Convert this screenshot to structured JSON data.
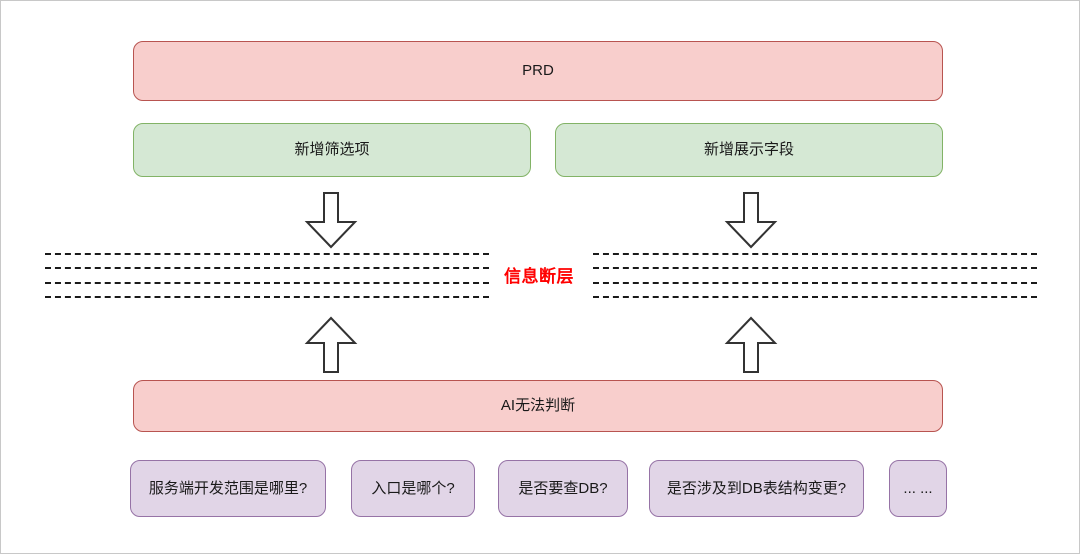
{
  "diagram": {
    "title_node": {
      "label": "PRD"
    },
    "requirement_nodes": [
      {
        "label": "新增筛选项"
      },
      {
        "label": "新增展示字段"
      }
    ],
    "gap": {
      "label": "信息断层",
      "label_color": "#ff0000",
      "dash_line_count": 4
    },
    "arrows": [
      {
        "name": "arrow-down-left",
        "direction": "down"
      },
      {
        "name": "arrow-down-right",
        "direction": "down"
      },
      {
        "name": "arrow-up-left",
        "direction": "up"
      },
      {
        "name": "arrow-up-right",
        "direction": "up"
      }
    ],
    "ai_node": {
      "label": "AI无法判断"
    },
    "question_nodes": [
      {
        "label": "服务端开发范围是哪里?"
      },
      {
        "label": "入口是哪个?"
      },
      {
        "label": "是否要查DB?"
      },
      {
        "label": "是否涉及到DB表结构变更?"
      },
      {
        "label": "... ..."
      }
    ],
    "colors": {
      "pink_fill": "#f8cecc",
      "pink_stroke": "#b85450",
      "green_fill": "#d5e8d4",
      "green_stroke": "#82b366",
      "purple_fill": "#e1d5e7",
      "purple_stroke": "#9673a6",
      "arrow_stroke": "#333333",
      "dash_color": "#1a1a1a",
      "canvas_border": "#c8c8c8"
    }
  }
}
